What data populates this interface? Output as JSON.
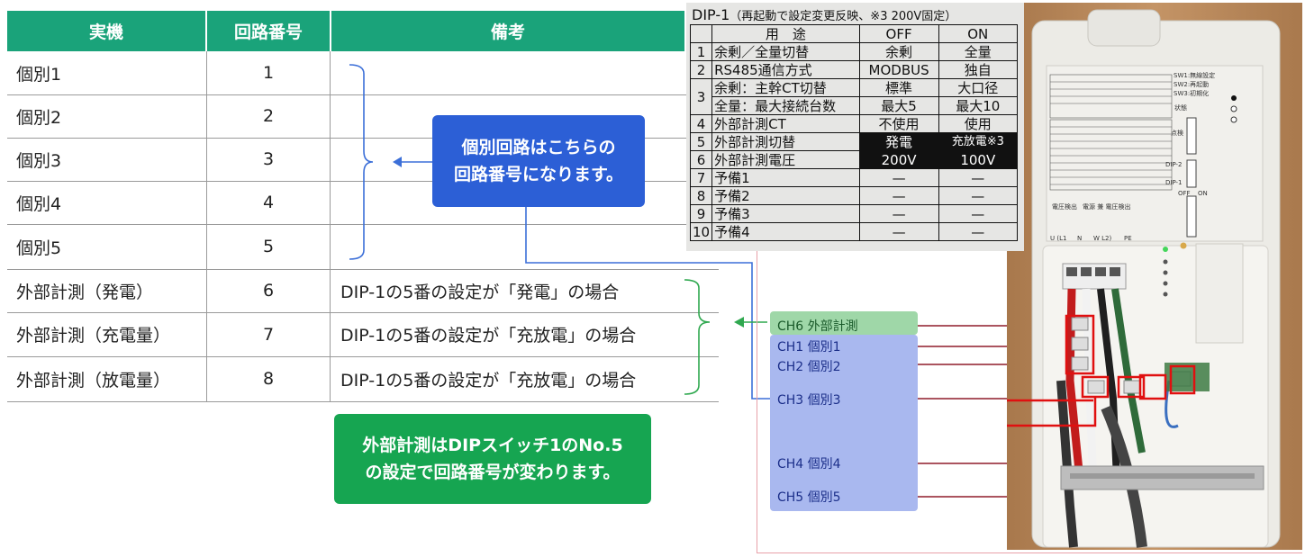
{
  "table": {
    "headers": [
      "実機",
      "回路番号",
      "備考"
    ],
    "rows": [
      {
        "name": "個別1",
        "num": "1",
        "note": ""
      },
      {
        "name": "個別2",
        "num": "2",
        "note": ""
      },
      {
        "name": "個別3",
        "num": "3",
        "note": ""
      },
      {
        "name": "個別4",
        "num": "4",
        "note": ""
      },
      {
        "name": "個別5",
        "num": "5",
        "note": ""
      },
      {
        "name": "外部計測（発電）",
        "num": "6",
        "note": "DIP-1の5番の設定が「発電」の場合"
      },
      {
        "name": "外部計測（充電量）",
        "num": "7",
        "note": "DIP-1の5番の設定が「充放電」の場合"
      },
      {
        "name": "外部計測（放電量）",
        "num": "8",
        "note": "DIP-1の5番の設定が「充放電」の場合"
      }
    ]
  },
  "callouts": {
    "individual": [
      "個別回路はこちらの",
      "回路番号になります。"
    ],
    "external": [
      "外部計測はDIPスイッチ1のNo.5",
      "の設定で回路番号が変わります。"
    ]
  },
  "dip": {
    "title": "DIP-1",
    "subtitle": "（再起動で設定変更反映、※3 200V固定）",
    "head": {
      "use": "用　途",
      "off": "OFF",
      "on": "ON"
    },
    "rows": [
      {
        "n": "1",
        "use": "余剰／全量切替",
        "off": "余剰",
        "on": "全量"
      },
      {
        "n": "2",
        "use": "RS485通信方式",
        "off": "MODBUS",
        "on": "独自"
      },
      {
        "n": "3",
        "use": "余剰：主幹CT切替",
        "off": "標準",
        "on": "大口径"
      },
      {
        "n": "",
        "use": "全量：最大接続台数",
        "off": "最大5",
        "on": "最大10"
      },
      {
        "n": "4",
        "use": "外部計測CT",
        "off": "不使用",
        "on": "使用"
      },
      {
        "n": "5",
        "use": "外部計測切替",
        "off": "発電",
        "on": "充放電※3"
      },
      {
        "n": "6",
        "use": "外部計測電圧",
        "off": "200V",
        "on": "100V"
      },
      {
        "n": "7",
        "use": "予備1",
        "off": "—",
        "on": "—"
      },
      {
        "n": "8",
        "use": "予備2",
        "off": "—",
        "on": "—"
      },
      {
        "n": "9",
        "use": "予備3",
        "off": "—",
        "on": "—"
      },
      {
        "n": "10",
        "use": "予備4",
        "off": "—",
        "on": "—"
      }
    ]
  },
  "channels": {
    "ch6": "CH6 外部計測",
    "ch1": "CH1 個別1",
    "ch2": "CH2 個別2",
    "ch3": "CH3 個別3",
    "ch4": "CH4 個別4",
    "ch5": "CH5 個別5"
  },
  "device": {
    "sw1": "SW1:無線設定",
    "sw2": "SW2:再起動",
    "sw3": "SW3:初期化",
    "state": "状態",
    "check": "点検",
    "dip2": "DIP-2",
    "dip1": "DIP-1",
    "off": "OFF",
    "on": "ON",
    "volt": "電圧検出",
    "volt2": "電源 兼 電圧検出",
    "u": "U (L1",
    "n": "N",
    "w": "W L2)",
    "pe": "PE"
  },
  "colors": {
    "header_green": "#1aa37a",
    "callout_blue": "#2c5fd6",
    "callout_green": "#16a551",
    "bracket_blue": "#3c6fd8",
    "bracket_green": "#2fa84f",
    "arrow_red": "#e01010",
    "panel_green": "#9fd7a8",
    "panel_blue": "#a9b8ef"
  }
}
